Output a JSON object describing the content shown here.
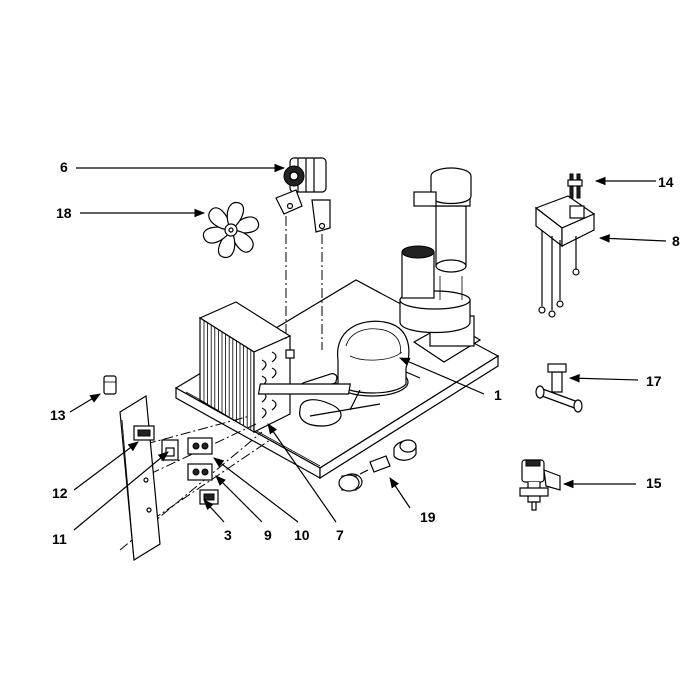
{
  "callouts": [
    {
      "id": "c6",
      "text": "6"
    },
    {
      "id": "c18",
      "text": "18"
    },
    {
      "id": "c14",
      "text": "14"
    },
    {
      "id": "c8",
      "text": "8"
    },
    {
      "id": "c1",
      "text": "1"
    },
    {
      "id": "c17",
      "text": "17"
    },
    {
      "id": "c13",
      "text": "13"
    },
    {
      "id": "c12",
      "text": "12"
    },
    {
      "id": "c11",
      "text": "11"
    },
    {
      "id": "c3",
      "text": "3"
    },
    {
      "id": "c9",
      "text": "9"
    },
    {
      "id": "c10",
      "text": "10"
    },
    {
      "id": "c7",
      "text": "7"
    },
    {
      "id": "c19",
      "text": "19"
    },
    {
      "id": "c15",
      "text": "15"
    }
  ]
}
